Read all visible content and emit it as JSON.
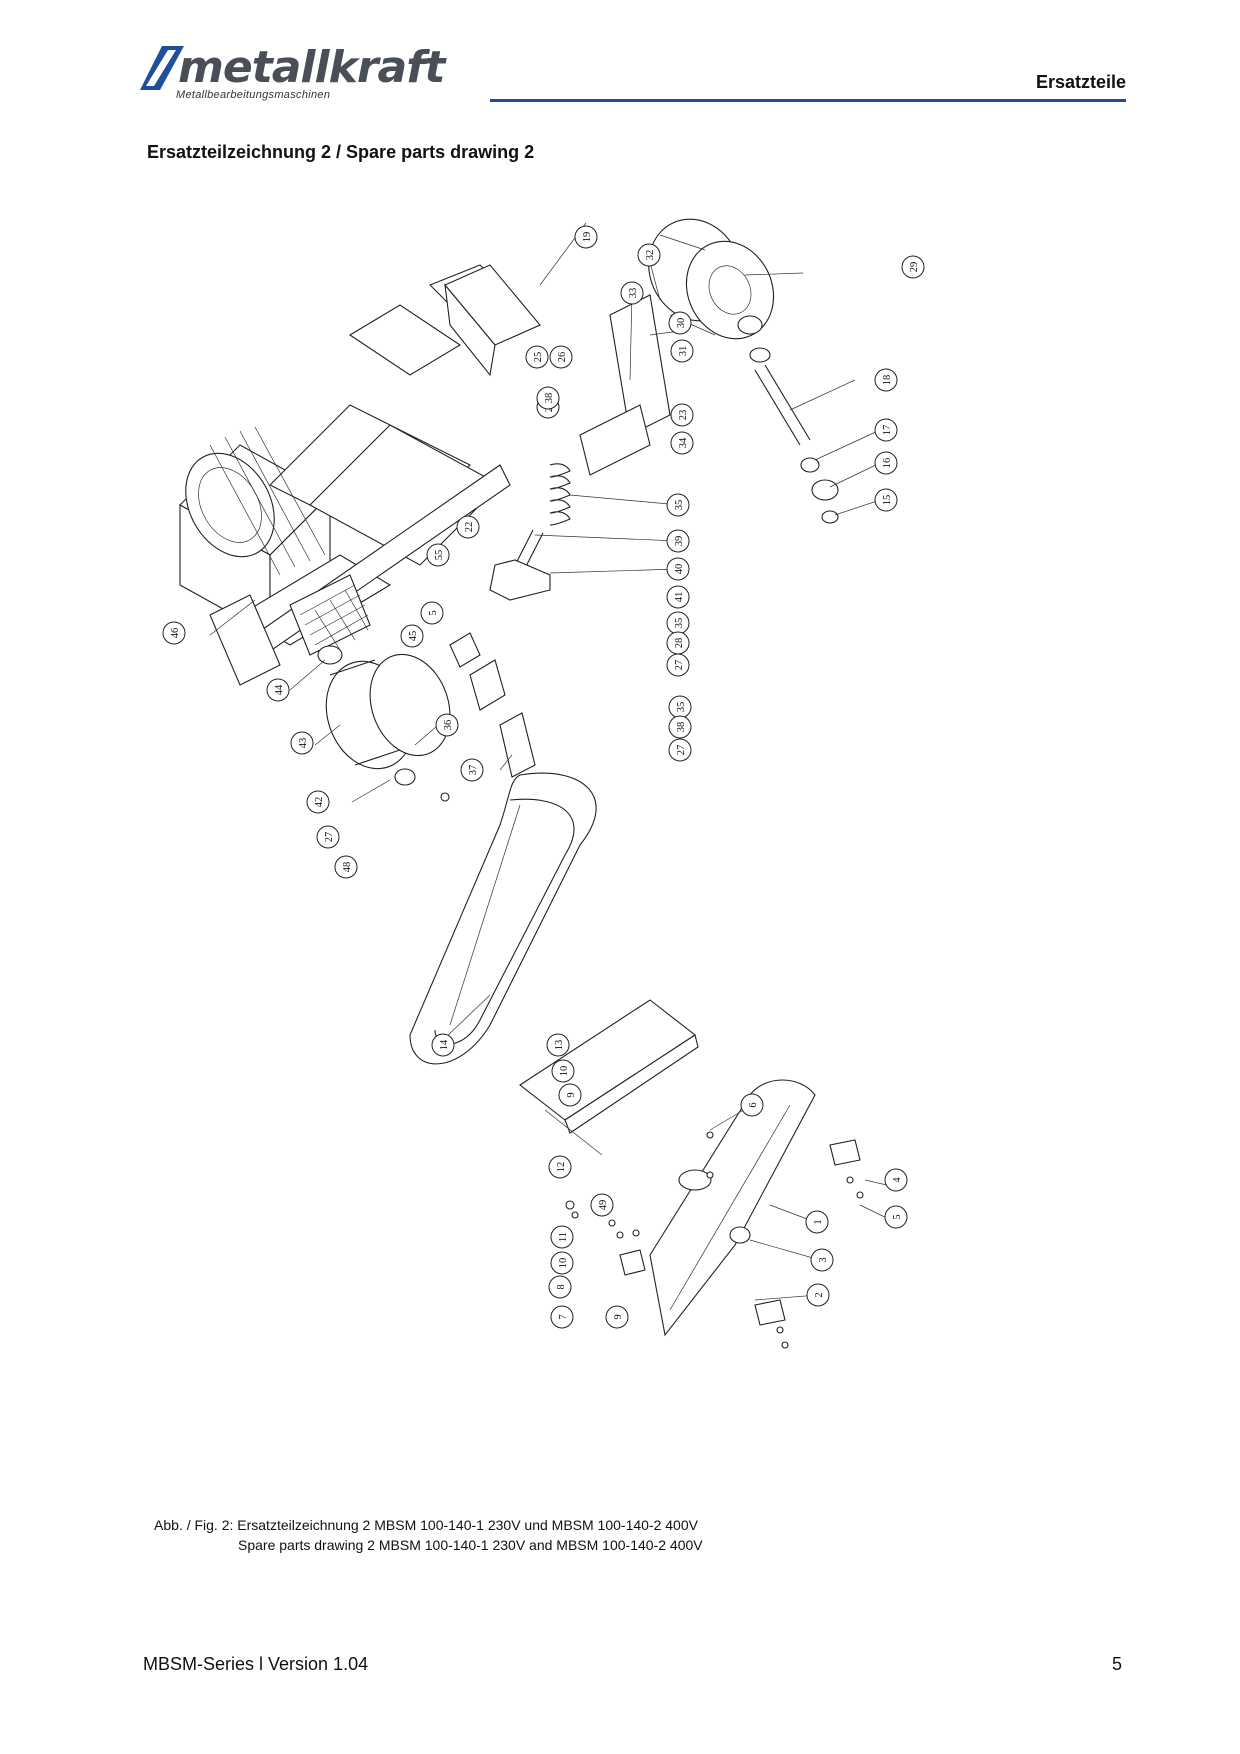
{
  "brand": {
    "logo_text": "metallkraft",
    "logo_subtitle": "Metallbearbeitungsmaschinen"
  },
  "header": {
    "section": "Ersatzteile"
  },
  "drawing": {
    "title": "Ersatzteilzeichnung 2 / Spare parts drawing 2",
    "part_labels": [
      "19",
      "32",
      "29",
      "33",
      "30",
      "25",
      "26",
      "31",
      "18",
      "27",
      "38",
      "23",
      "34",
      "17",
      "16",
      "15",
      "35",
      "39",
      "22",
      "55",
      "40",
      "41",
      "5",
      "45",
      "46",
      "44",
      "43",
      "35",
      "28",
      "27",
      "36",
      "35",
      "38",
      "27",
      "37",
      "42",
      "27",
      "48",
      "14",
      "13",
      "10",
      "9",
      "12",
      "6",
      "4",
      "5",
      "1",
      "3",
      "2",
      "49",
      "11",
      "10",
      "8",
      "7",
      "9"
    ]
  },
  "caption": {
    "line1": "Abb. / Fig. 2: Ersatzteilzeichnung 2 MBSM 100-140-1 230V und MBSM 100-140-2 400V",
    "line2": "Spare parts drawing 2 MBSM 100-140-1 230V and MBSM 100-140-2 400V"
  },
  "footer": {
    "left": "MBSM-Series l Version 1.04",
    "page_number": "5"
  }
}
